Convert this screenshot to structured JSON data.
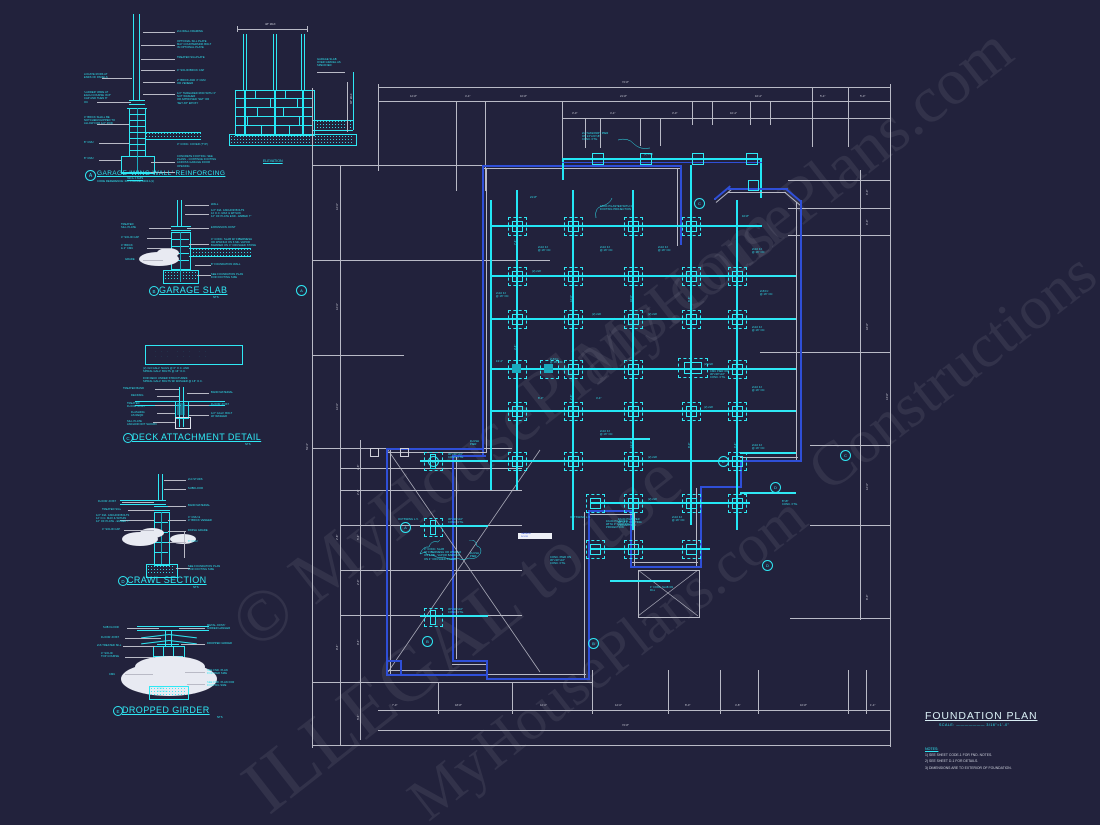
{
  "sheet": {
    "background_color": "#22223c",
    "line_color_cyan": "#2fe8f4",
    "line_color_white": "#b9bac6",
    "line_color_blue": "#2f4fd8"
  },
  "titleblock": {
    "title": "FOUNDATION PLAN",
    "scale": "SCALE: ——————— 3/16\"=1'-0\"",
    "notes_header": "NOTES:",
    "notes": [
      "1)  SEE SHEET CODE-1 FOR FND. NOTES.",
      "2)  SEE SHEET D-1 FOR DETAILS.",
      "3)  DIMENSIONS ARE TO EXTERIOR OF FOUNDATION."
    ]
  },
  "watermarks": [
    "© MyHousePlans.com",
    "ILLEGAL to use",
    "MyHousePlans.com",
    "Constructions"
  ],
  "details": [
    {
      "key": "A",
      "title": "GARAGE 'WING WALL' REINFORCING",
      "subtitle": "CODE REFERENCE: IRC FIGURE R403.1(1)",
      "view_labels": [
        "SECTION",
        "ELEVATION"
      ],
      "callouts": [
        "2x4 WALL FRAMING",
        "OPTIONAL SILL PLATE\nMAY COUNTERSINK BOLT\nIN OPTIONAL PLATE",
        "TREATED SILLPLATE",
        "4\" SOLID BRICK CAP",
        "2\" BRICK AND 4\" CMU\nOR VENEER",
        "1/2\" THREADED ROD WITH 3\"\nNUT WASHER\nOR APPROVED 'SET' OR\n'SET-XP' EPOXY",
        "3\" CONC. COVER (TYP)",
        "CONCRETE FOOTING: SEE\nPLANS - CONTINUE FOOTING\nACROSS GARAGE DOOR\nOPENING",
        "LOCATE RODS AT\nENDS OF PANELS",
        "'LADDER' WIRE AT\nEACH COURSE IN 8\"\nCAP AND THEN 8\"\nOC",
        "4\" BRICK SHALL BE\nNOTCHED/CHIPPED TO\nALLOW FOR 1/2\" ROD",
        "8\" CMU",
        "GARAGE SLAB\nOVER GRAVEL AS\nSPECIFIED",
        "48\" MAX",
        "48\" MAX"
      ]
    },
    {
      "key": "B",
      "title": "GARAGE SLAB",
      "subtitle": "NTS",
      "callouts": [
        "WALL",
        "1/2\" DIA. ANCHOR BOLTS\n12 O.C. MAX & WITHIN\n12\" OF PLATE END - EMBED 7\"",
        "EXPANSION JOINT",
        "4\" CONC. SLAB W/ FIBERMESH\nOR WWF6x6 ON 6 MIL VAPOR\nBARRIER ON 4\" CRUSHED STONE",
        "TREATED\nSILL PLATE",
        "4\" SOLID CAP",
        "4\" BRICK\n& 4\" CMU",
        "GRADE",
        "8\" FOUNDATION WALL",
        "SEE FOUNDATION PLAN\nFOR FOOTING SIZE"
      ]
    },
    {
      "key": "C",
      "title": "DECK ATTACHMENT DETAIL",
      "subtitle": "NTS",
      "callouts": [
        "(2) 3x3 GALV. NAILS @ 6\" O.C. AND\nSPIRAL GALV. BOLTS @ 16\" O.C.",
        "FOR DECK UNDER STRUCTURES:\nSPIRAL GALV. BOLTS W/ WASHER @ 16\" O.C.",
        "TREATED BAND",
        "DECKING",
        "TREATED\nFLOOR JOIST",
        "FLASHING\nAS REQD",
        "SILL PLATE\nANCHOR NOT SHOWN",
        "BAND MATERIAL",
        "FLOOR JOIST",
        "1/2\" GALV. BOLT\nW/ WASHER"
      ]
    },
    {
      "key": "D",
      "title": "CRAWL SECTION",
      "subtitle": "NTS",
      "callouts": [
        "2x4 STUDS",
        "SUBFLOOR",
        "BAND MATERIAL",
        "4\" CMU &\n4\" BRICK VENEER",
        "FINISH GRADE",
        "8\" CMU",
        "SEE FOUNDATION PLAN\nFOR FOOTING SIZE",
        "FLOOR JOIST",
        "TREATED SILL",
        "1/2\" DIA. ANCHOR BOLTS\n12' O.C. MAX & WITHIN\n12\" OF PLATE - EMBED 7\"",
        "4\" SOLID CAP"
      ]
    },
    {
      "key": "E",
      "title": "DROPPED GIRDER",
      "subtitle": "NTS",
      "callouts": [
        "SUB FLOOR",
        "FLOOR JOIST",
        "2x6 TREATED SILL",
        "4\" SOLID\nTOP COURSE",
        "CMU",
        "METAL JOIST/\nGIRDER HANGER",
        "DROPPED GIRDER",
        "SEE FND. PLAN\nFOR PIER SIZE",
        "SEE FND. PLAN FOR\nFOOTING SIZE",
        "CONC.\nFOOTING"
      ]
    }
  ],
  "plan": {
    "annotations": [
      "2x2 MASONRY PIER\nON 24\"x24\"x8\"\nCONC. FTG.",
      "16x24 PILASTER WITH 3\"\nFOOTING PROJECTION",
      "16x24 PILASTER\nWITH 3\" FOOTING\nPROJECTION",
      "24\"x24\"x8\"\nCONC. FTG.",
      "30\"x30\"x10\"\nCONC. FTG.",
      "CONC. PIER ON\n30\"x30\"x10\"\nCONC. FTG.",
      "CMU PIER ON\n30\"x30\"x10\"\nCONC. FTG.",
      "8\"x8\"\nCONC. FTG.",
      "4\" CONC. SLAB\nW/ FIBERMESH OR WWF6x6\nON 6 MIL. VAPOR BARRIER\nON 4\" CRUSHED STONE",
      "4\" CONC. SLAB ON\nFILL",
      "2x10 FJ\n@ 16\" OC",
      "2x8 FJ\n@ 16\" OC",
      "OUTSWING\nDOOR",
      "GARAGE\nDOOR",
      "(1) 2x8",
      "(2) 2x8",
      "FLUSH\nPIER",
      "OUTSWING L.V.",
      "DROPPED GIRDER"
    ],
    "detail_markers": [
      "A",
      "A",
      "B",
      "B",
      "C",
      "C",
      "D",
      "E"
    ],
    "dimensions_top_overall": "72'-8\"",
    "dimensions_top": [
      "12'-8\"",
      "4'-4\"",
      "10'-8\"",
      "21'-8\"",
      "3'-0\"",
      "4'-4\"",
      "3'-0\"",
      "10'-4\"",
      "5'-4\"",
      "5'-0\""
    ],
    "dimensions_bottom": [
      "7'-0\"",
      "18'-8\"",
      "12'-0\"",
      "12'-0\"",
      "8'-0\"",
      "4'-8\"",
      "10'-8\"",
      "1'-4\""
    ],
    "dimensions_bottom_overall": "72'-8\"",
    "dimensions_left": [
      "12'-0\"",
      "12'-0\"",
      "12'-0\"",
      "2'-8\"",
      "2'-8\"",
      "5'-4\"",
      "2'-0\"",
      "9'-4\"",
      "5'-4\""
    ],
    "dimensions_left_overall": "53'-4\"",
    "dimensions_right": [
      "4'-0\"",
      "4'-0\"",
      "18'-8\"",
      "14'-8\"",
      "12'-0\"",
      "8'-0\""
    ],
    "dimensions_inner": [
      "21'-8\"",
      "10'-8\"",
      "13'-4\"",
      "8'-0\"",
      "4'-4\"",
      "7'-4\"",
      "12'-0\"",
      "16'-0\"",
      "6'-8\"",
      "5'-4\"",
      "3'-4\"",
      "2'-8\""
    ]
  }
}
